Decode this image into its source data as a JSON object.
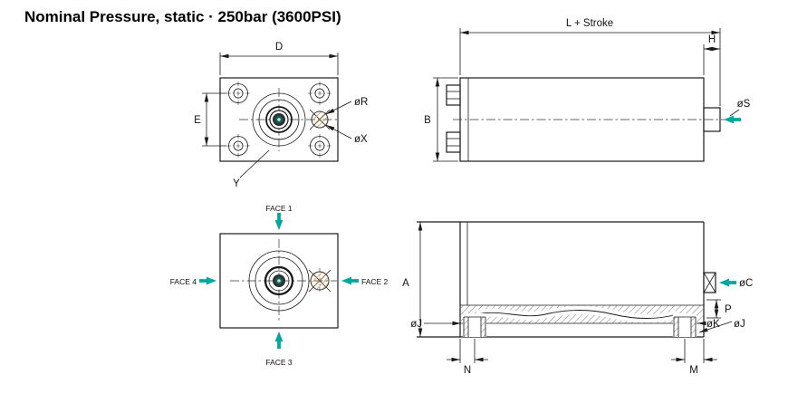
{
  "title": "Nominal Pressure, static · 250bar (3600PSI)",
  "colors": {
    "line": "#1a1a1a",
    "accent_teal": "#00a79e",
    "hatch_orange": "#d59b55",
    "piston_center_dark": "#175a50"
  },
  "views": {
    "front_top": {
      "dims": {
        "d": "D",
        "e": "E",
        "y": "Y",
        "r": "øR",
        "x": "øX"
      }
    },
    "side_top": {
      "dims": {
        "l": "L + Stroke",
        "h": "H",
        "b": "B",
        "s": "øS"
      }
    },
    "face_view": {
      "faces": {
        "f1": "FACE 1",
        "f2": "FACE 2",
        "f3": "FACE 3",
        "f4": "FACE 4"
      }
    },
    "section_view": {
      "dims": {
        "a": "A",
        "c": "øC",
        "p": "P",
        "j_left": "øJ",
        "k": "øK",
        "j_right": "øJ",
        "n": "N",
        "m": "M"
      }
    }
  }
}
